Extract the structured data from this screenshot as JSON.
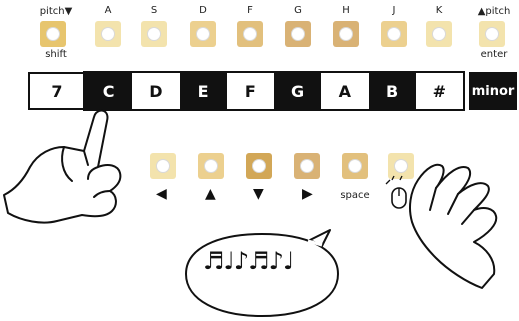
{
  "top_row": {
    "left_label_top": "pitch▼",
    "left_label_bottom": "shift",
    "letters": [
      "A",
      "S",
      "D",
      "F",
      "G",
      "H",
      "J",
      "K"
    ],
    "right_label_top": "▲pitch",
    "right_label_bottom": "enter"
  },
  "middle_row": {
    "octave": "7",
    "notes": [
      "C",
      "D",
      "E",
      "F",
      "G",
      "A",
      "B",
      "#"
    ],
    "mode": "minor"
  },
  "bottom_row": {
    "arrows": [
      "◀",
      "▲",
      "▼",
      "▶"
    ],
    "space_label": "space"
  },
  "speech_bubble": {
    "notes": "♬♩♪♬♪♩"
  },
  "icons": [
    "pointing-hand-icon",
    "hand-icon",
    "mouse-icon",
    "music-notes-icon"
  ]
}
